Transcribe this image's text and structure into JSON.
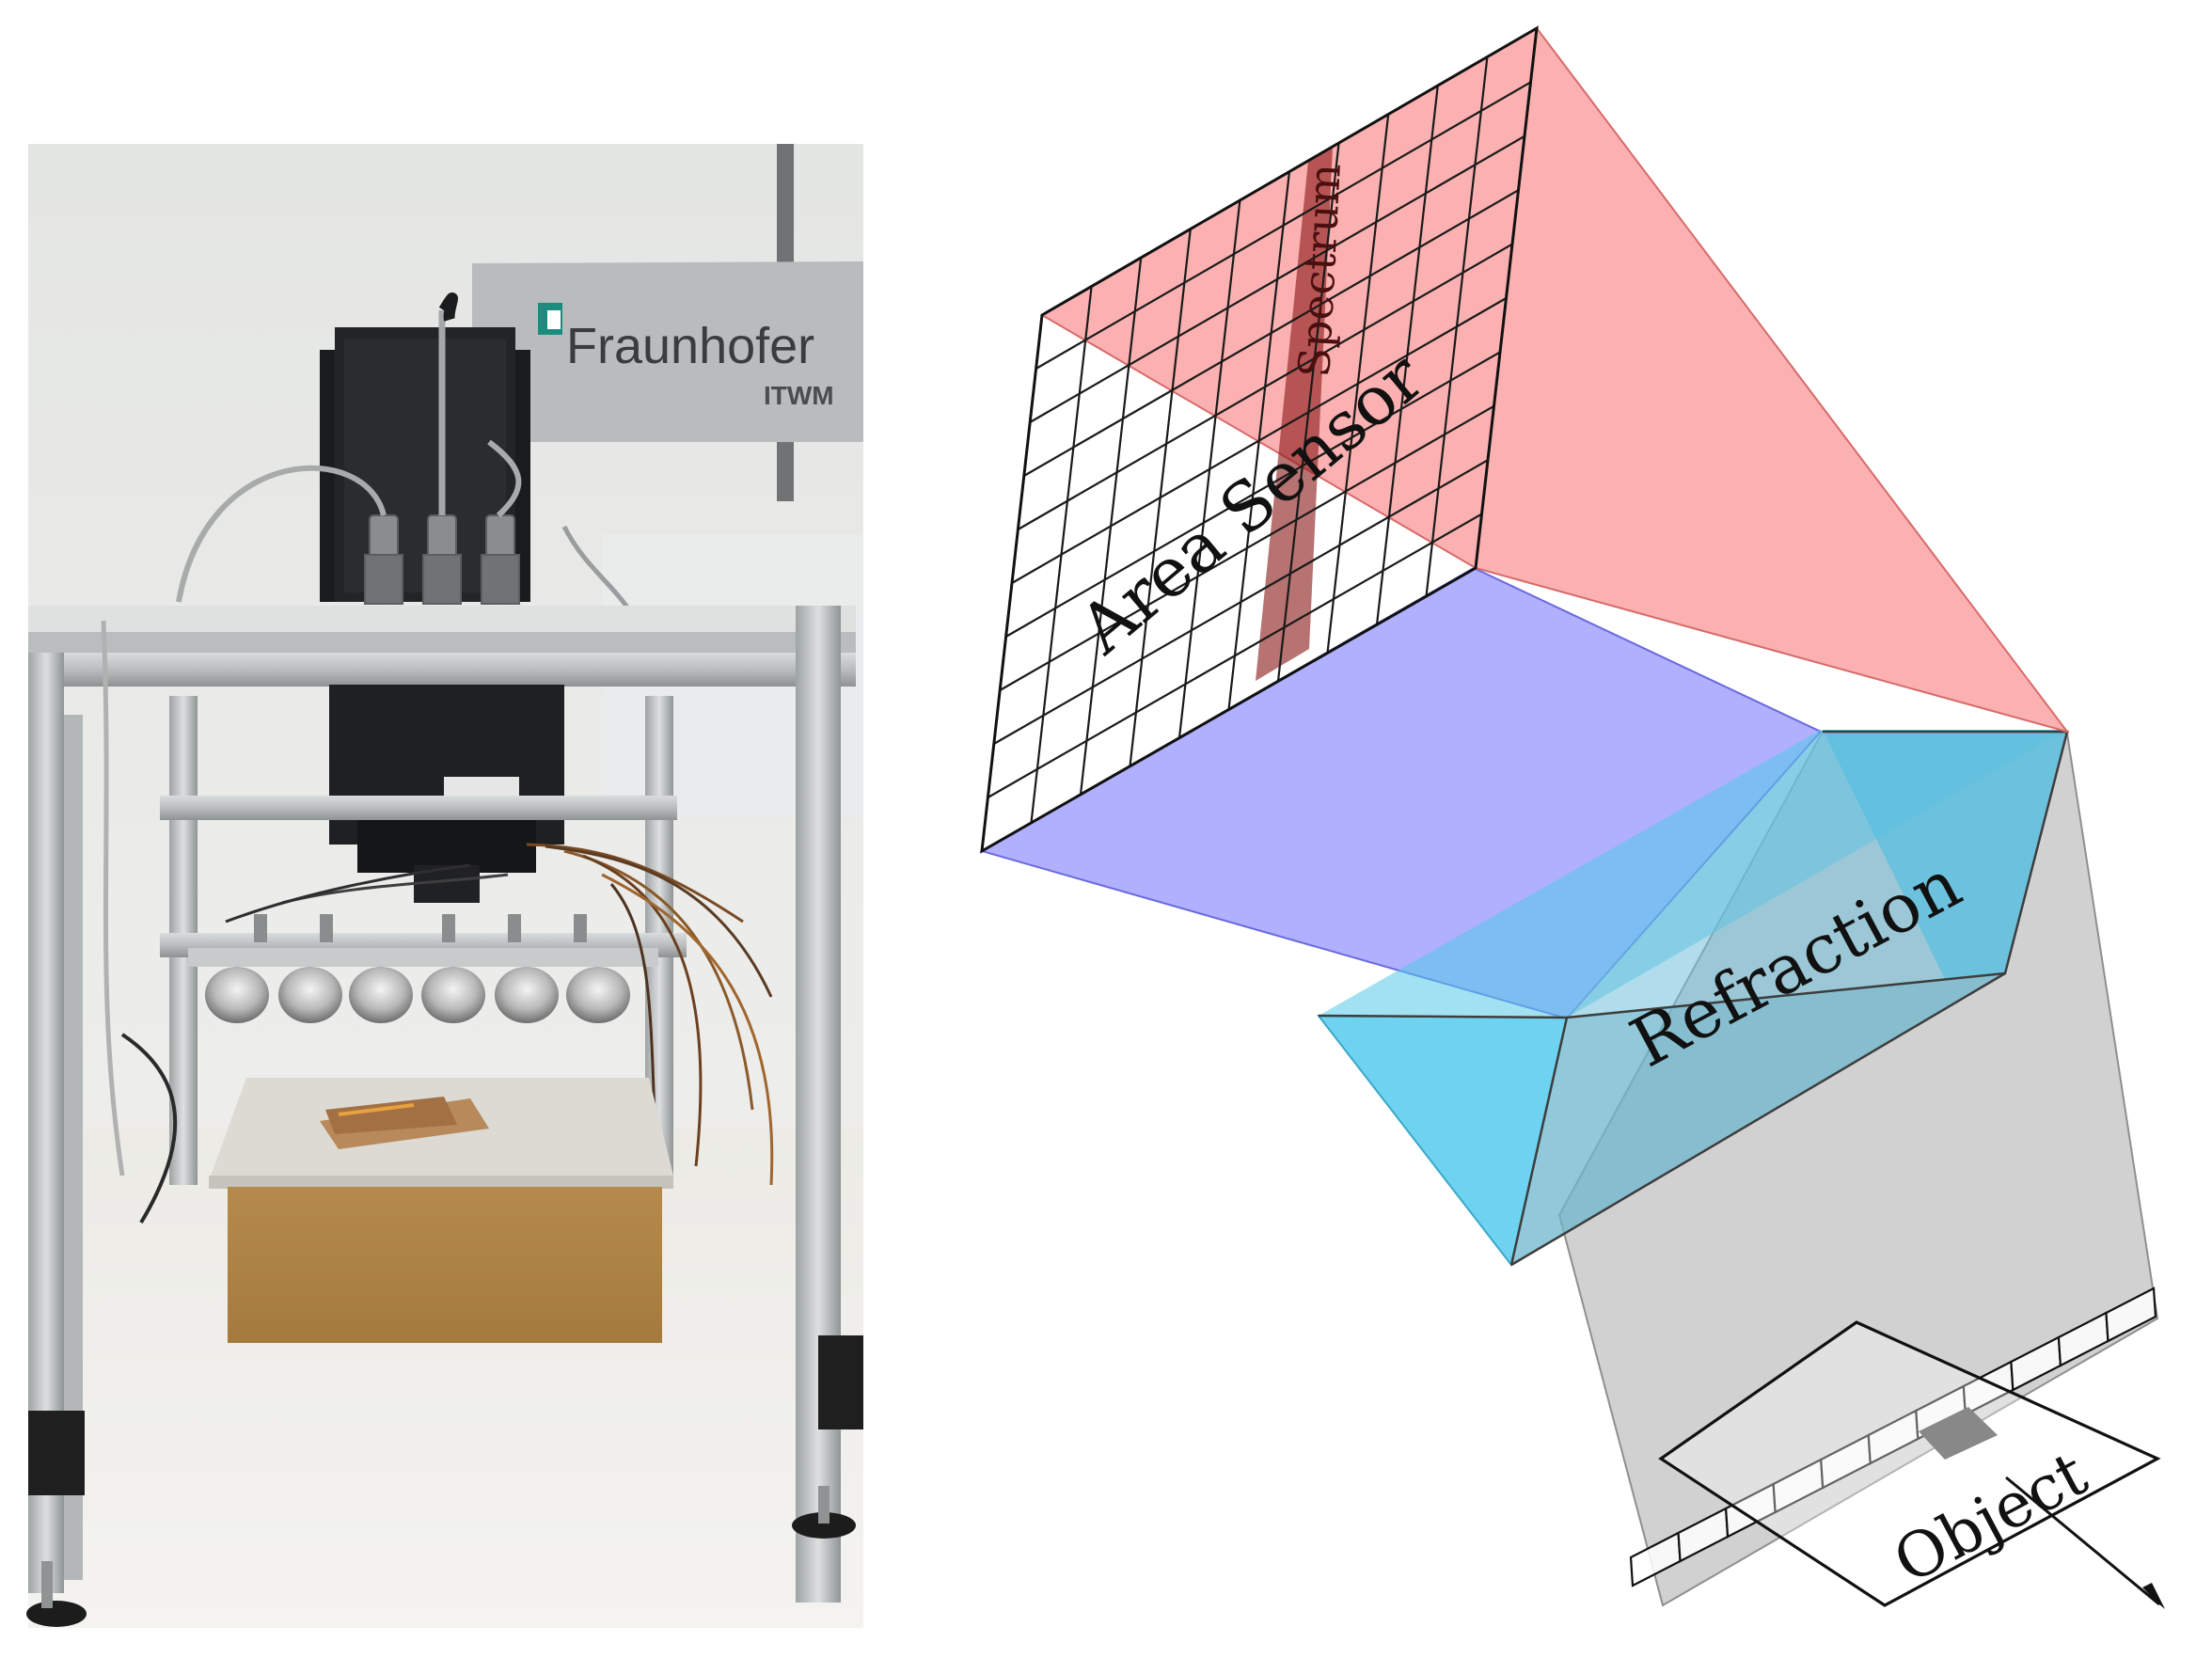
{
  "photo": {
    "logo_text": "Fraunhofer",
    "logo_subtext": "ITWM"
  },
  "diagram": {
    "labels": {
      "area_sensor": "Area Sensor",
      "spectrum": "Spectrum",
      "refraction": "Refraction",
      "object": "Object"
    },
    "colors": {
      "sensor_beam": "#f87878",
      "spectrum_band": "#8b1c1c",
      "blue_beam": "#8a8aff",
      "prism": "#3cc8f0",
      "object_beam": "#b4b4b4",
      "highlight_cell": "#888888"
    }
  }
}
